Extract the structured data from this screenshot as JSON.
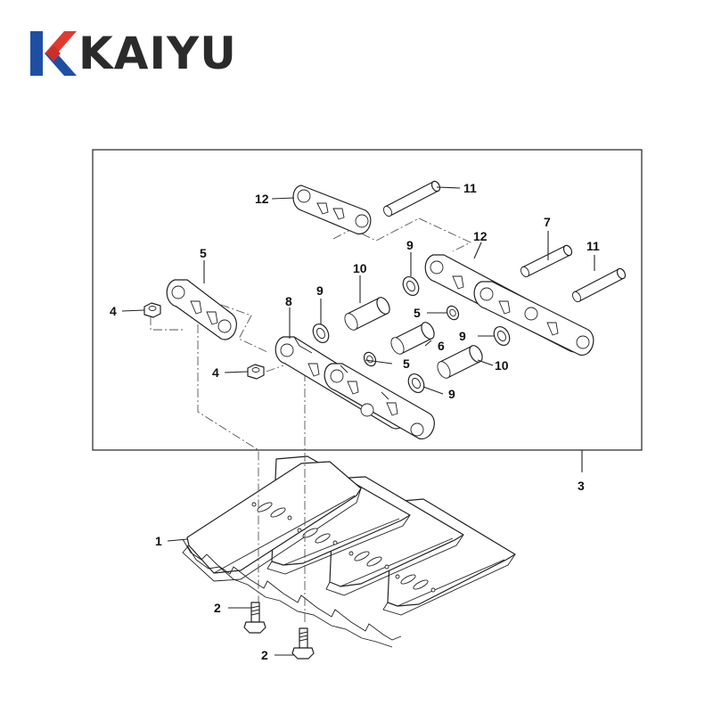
{
  "brand": {
    "name": "KAIYU",
    "colors": {
      "mark_red": "#e03a2f",
      "mark_blue": "#1f4fa3",
      "text": "#2b2b2b"
    }
  },
  "diagram": {
    "type": "exploded-parts-diagram",
    "callouts": {
      "c1": "1",
      "c2a": "2",
      "c2b": "2",
      "c3": "3",
      "c4a": "4",
      "c4b": "4",
      "c5a": "5",
      "c5b": "5",
      "c5c": "5",
      "c6": "6",
      "c7": "7",
      "c8": "8",
      "c9a": "9",
      "c9b": "9",
      "c9c": "9",
      "c9d": "9",
      "c10a": "10",
      "c10b": "10",
      "c11a": "11",
      "c11b": "11",
      "c12a": "12",
      "c12b": "12"
    }
  }
}
